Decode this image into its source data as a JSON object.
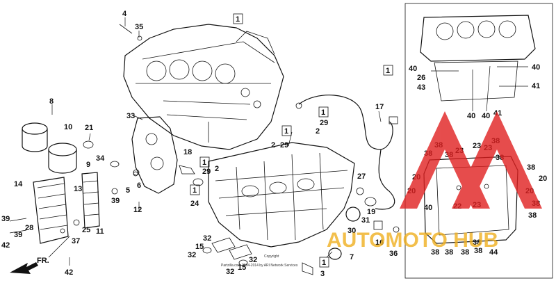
{
  "diagram": {
    "callouts": [
      {
        "id": "c4",
        "text": "4"
      },
      {
        "id": "c35",
        "text": "35"
      },
      {
        "id": "c1a",
        "text": "1",
        "boxed": true
      },
      {
        "id": "c8",
        "text": "8"
      },
      {
        "id": "c10",
        "text": "10"
      },
      {
        "id": "c21",
        "text": "21"
      },
      {
        "id": "c34",
        "text": "34"
      },
      {
        "id": "c9",
        "text": "9"
      },
      {
        "id": "c33",
        "text": "33"
      },
      {
        "id": "c14",
        "text": "14"
      },
      {
        "id": "c13",
        "text": "13"
      },
      {
        "id": "c5",
        "text": "5"
      },
      {
        "id": "c6",
        "text": "6"
      },
      {
        "id": "c39a",
        "text": "39"
      },
      {
        "id": "c12",
        "text": "12"
      },
      {
        "id": "c39b",
        "text": "39"
      },
      {
        "id": "c28",
        "text": "28"
      },
      {
        "id": "c25",
        "text": "25"
      },
      {
        "id": "c11",
        "text": "11"
      },
      {
        "id": "c39c",
        "text": "39"
      },
      {
        "id": "c42a",
        "text": "42"
      },
      {
        "id": "c37",
        "text": "37"
      },
      {
        "id": "c42b",
        "text": "42"
      },
      {
        "id": "c18",
        "text": "18"
      },
      {
        "id": "c1b",
        "text": "1",
        "boxed": true
      },
      {
        "id": "c29a",
        "text": "29"
      },
      {
        "id": "c2a",
        "text": "2"
      },
      {
        "id": "c24",
        "text": "24"
      },
      {
        "id": "c1c",
        "text": "1",
        "boxed": true
      },
      {
        "id": "c2b",
        "text": "2"
      },
      {
        "id": "c1d",
        "text": "1",
        "boxed": true
      },
      {
        "id": "c29b",
        "text": "29"
      },
      {
        "id": "c1e",
        "text": "1",
        "boxed": true
      },
      {
        "id": "c29c",
        "text": "29"
      },
      {
        "id": "c2c",
        "text": "2"
      },
      {
        "id": "c17",
        "text": "17"
      },
      {
        "id": "c27",
        "text": "27"
      },
      {
        "id": "c19",
        "text": "19"
      },
      {
        "id": "c31",
        "text": "31"
      },
      {
        "id": "c30",
        "text": "30"
      },
      {
        "id": "c16",
        "text": "16"
      },
      {
        "id": "c36",
        "text": "36"
      },
      {
        "id": "c32a",
        "text": "32"
      },
      {
        "id": "c15a",
        "text": "15"
      },
      {
        "id": "c32b",
        "text": "32"
      },
      {
        "id": "c32c",
        "text": "32"
      },
      {
        "id": "c15b",
        "text": "15"
      },
      {
        "id": "c32d",
        "text": "32"
      },
      {
        "id": "c3",
        "text": "3"
      },
      {
        "id": "c1f",
        "text": "1",
        "boxed": true
      },
      {
        "id": "c7",
        "text": "7"
      },
      {
        "id": "c1g",
        "text": "1",
        "boxed": true
      },
      {
        "id": "c40a",
        "text": "40"
      },
      {
        "id": "c26",
        "text": "26"
      },
      {
        "id": "c43",
        "text": "43"
      },
      {
        "id": "c40b",
        "text": "40"
      },
      {
        "id": "c41a",
        "text": "41"
      },
      {
        "id": "c40c",
        "text": "40"
      },
      {
        "id": "c40d",
        "text": "40"
      },
      {
        "id": "c41b",
        "text": "41"
      },
      {
        "id": "c38a",
        "text": "38"
      },
      {
        "id": "c38b",
        "text": "38"
      },
      {
        "id": "c38c",
        "text": "38"
      },
      {
        "id": "c23a",
        "text": "23"
      },
      {
        "id": "c23b",
        "text": "23"
      },
      {
        "id": "c38d",
        "text": "38"
      },
      {
        "id": "c23c",
        "text": "23"
      },
      {
        "id": "c38e",
        "text": "38"
      },
      {
        "id": "c20a",
        "text": "20"
      },
      {
        "id": "c38f",
        "text": "38"
      },
      {
        "id": "c20b",
        "text": "20"
      },
      {
        "id": "c20c",
        "text": "20"
      },
      {
        "id": "c20d",
        "text": "20"
      },
      {
        "id": "c38g",
        "text": "38"
      },
      {
        "id": "c40e",
        "text": "40"
      },
      {
        "id": "c22",
        "text": "22"
      },
      {
        "id": "c23d",
        "text": "23"
      },
      {
        "id": "c38h",
        "text": "38"
      },
      {
        "id": "c38i",
        "text": "38"
      },
      {
        "id": "c38j",
        "text": "38"
      },
      {
        "id": "c38k",
        "text": "38"
      },
      {
        "id": "c38l",
        "text": "38"
      },
      {
        "id": "c38m",
        "text": "38"
      },
      {
        "id": "c44",
        "text": "44"
      }
    ],
    "fr_label": "FR.",
    "copyright_lines": [
      "Copyright",
      "Partzilla.com 2004-2014 by ARI Network Services"
    ],
    "watermark": {
      "text": "AUTOMOTO HUB",
      "color": "#e02020"
    }
  }
}
